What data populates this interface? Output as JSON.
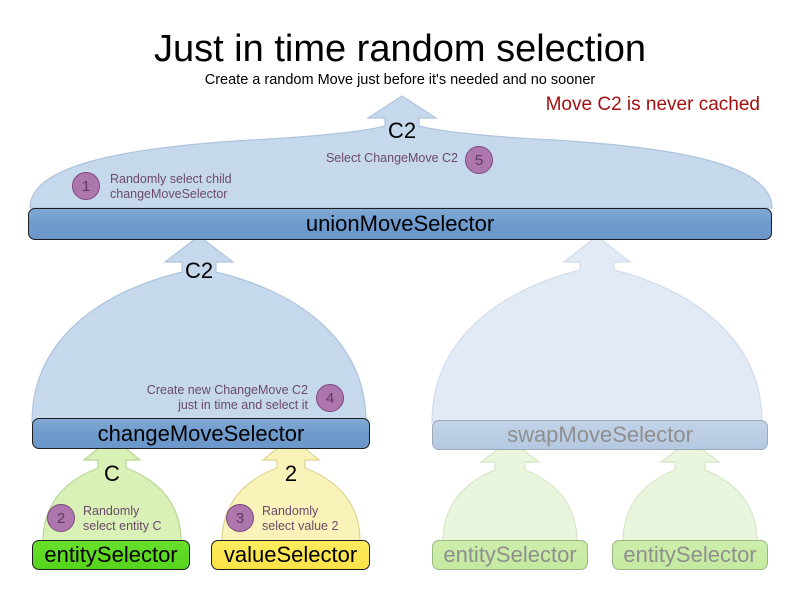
{
  "header": {
    "title": "Just in time random selection",
    "subtitle": "Create a random Move just before it's needed and no sooner",
    "annotation": "Move C2 is never cached",
    "annotation_color": "#a50f0f"
  },
  "flow_labels": {
    "top_out": "C2",
    "union_to_change": "C2",
    "entity_out": "C",
    "value_out": "2"
  },
  "steps": [
    {
      "number": "1",
      "text_lines": [
        "Randomly select child",
        "changeMoveSelector"
      ],
      "align": "left"
    },
    {
      "number": "2",
      "text_lines": [
        "Randomly",
        "select entity C"
      ],
      "align": "left"
    },
    {
      "number": "3",
      "text_lines": [
        "Randomly",
        "select value 2"
      ],
      "align": "left"
    },
    {
      "number": "4",
      "text_lines": [
        "Create new ChangeMove C2",
        "just in time and select it"
      ],
      "align": "right"
    },
    {
      "number": "5",
      "text_lines": [
        "Select ChangeMove C2"
      ],
      "align": "right"
    }
  ],
  "nodes": {
    "union": {
      "label": "unionMoveSelector",
      "state": "active"
    },
    "change": {
      "label": "changeMoveSelector",
      "state": "active"
    },
    "swap": {
      "label": "swapMoveSelector",
      "state": "faded"
    },
    "entity_selector": {
      "label": "entitySelector",
      "state": "active"
    },
    "value_selector": {
      "label": "valueSelector",
      "state": "active"
    },
    "swap_entity_1": {
      "label": "entitySelector",
      "state": "faded"
    },
    "swap_entity_2": {
      "label": "entitySelector",
      "state": "faded"
    }
  },
  "colors": {
    "dome_blue": "#c6d8ec",
    "dome_blue_faded": "#e2eaf5",
    "dome_green": "#d9f0b6",
    "dome_green_faded": "#e9f5dc",
    "dome_yellow": "#faf3b9",
    "box_blue": "#6f9ed0",
    "box_green": "#5cd91f",
    "box_yellow": "#fbe54b",
    "badge_fill": "#ad77ad",
    "badge_stroke": "#7d4a7d"
  }
}
